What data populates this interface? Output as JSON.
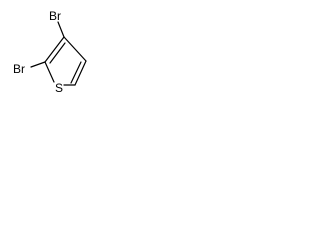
{
  "molecule": {
    "atoms": {
      "br_top": "Br",
      "br_left": "Br",
      "sulfur": "S"
    }
  }
}
